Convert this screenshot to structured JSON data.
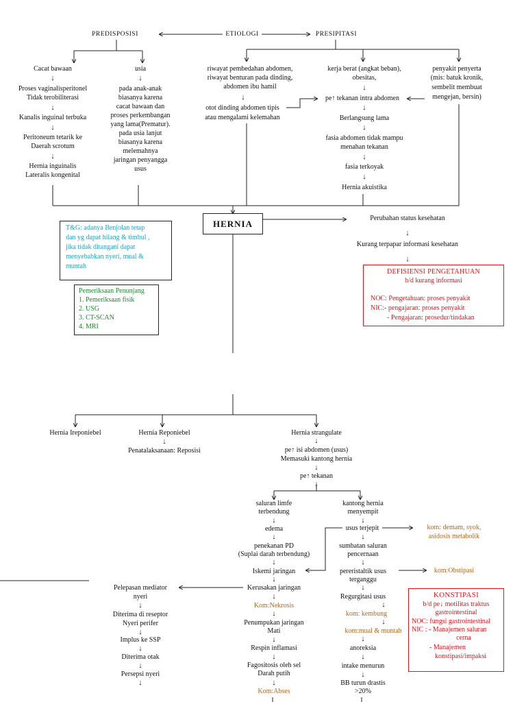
{
  "top": {
    "predisposisi": "PREDISPOSISI",
    "etiologi": "ETIOLOGI",
    "presipitasi": "PRESIPITASI"
  },
  "cacat": {
    "l1": "Cacat bawaan",
    "l2": "Proses vaginalisperitonel",
    "l3": "Tidak terobiliterasi",
    "l4": "Kanalis inguinal terbuka",
    "l5": "Peritoneum tetarik ke",
    "l6": "Daerah scrotum",
    "l7": "Hernia inguinalis",
    "l8": "Lateralis kongenital"
  },
  "usia": {
    "l1": "usia",
    "l2": "pada anak-anak",
    "l3": "biasanya karena",
    "l4": "cacat bawaan dan",
    "l5": "proses perkembangan",
    "l6": "yang lama(Prematur).",
    "l7": "pada usia lanjut",
    "l8": "biasanya karena",
    "l9": "melemahnya",
    "l10": "jaringan penyangga",
    "l11": "usus"
  },
  "riwayat": {
    "l1": "riwayat pembedahan abdomen,",
    "l2": "riwayat benturan pada dinding,",
    "l3": "abdomen ibu hamil",
    "l4": "otot dinding abdomen tipis",
    "l5": "atau mengalami kelemahan"
  },
  "kerja": {
    "l1": "kerja berat (angkat beban),",
    "l2": "obesitas,",
    "l3": "pe↑ tekanan intra abdomen",
    "l4": "Berlangsung lama",
    "l5": "fasia abdomen tidak mampu",
    "l6": "menahan tekanan",
    "l7": "fasia terkoyak",
    "l8": "Hernia akuistika"
  },
  "penyakit": {
    "l1": "penyakit penyerta",
    "l2": "(mis: batuk kronik,",
    "l3": "sembelit membuat",
    "l4": "mengejan, bersin)"
  },
  "hernia_label": "HERNIA",
  "status": {
    "l1": "Perubahan status kesehatan",
    "l2": "Kurang terpapar informasi kesehatan"
  },
  "tg_box": {
    "l1": "T&G: adanya Benjolan tetap",
    "l2": "dan yg dapat hilang & timbul ,",
    "l3": "jika tidak ditangani dapat",
    "l4": "menyebabkan nyeri, mual &",
    "l5": "muntah"
  },
  "pemeriksaan_box": {
    "title": "Pemeriksaan Penunjang",
    "items": [
      "1.  Pemeriksaan fisik",
      "2.  USG",
      "3.  CT-SCAN",
      "4.  MRI"
    ]
  },
  "defisiensi_box": {
    "title": "DEFISIENSI PENGETAHUAN",
    "sub": "b/d kurang informasi",
    "noc": "NOC: Pengetahuan: proses penyakit",
    "nic1": "NIC:- pengajaran: proses penyakit",
    "nic2": "-   Pengajaran: prosedur/tindakan"
  },
  "bottom": {
    "ireponiebel": "Hernia Ireponiebel",
    "reponiebel": "Hernia Reponiebel",
    "penatalaksanaan": "Penatalaksanaan: Reposisi",
    "strangulate": "Hernia strangulate",
    "pe_isi": "pe↑ isi abdomen (usus)",
    "memasuki": "Memasuki kantong hernia",
    "pe_tekanan": "pe↑ tekanan",
    "saluran1": "saluran limfe",
    "saluran2": "terbendung",
    "edema": "edema",
    "penekanan1": "penekanan PD",
    "penekanan2": "(Suplai darah terbendung)",
    "iskemi": "Iskemi jaringan",
    "kerusakan": "Kerusakan jaringan",
    "kom_nekrosis": "Kom:Nekrosis",
    "penumpukan1": "Penumpukan jaringan",
    "penumpukan2": "Mati",
    "respon": "Respin inflamasi",
    "fagositosis1": "Fagositosis oleh sel",
    "fagositosis2": "Darah putih",
    "kom_abses": "Kom:Abses",
    "kantong1": "kantong hernia",
    "kantong2": "menyempit",
    "usus_terjepit": "usus terjepit",
    "kom_demam1": "kom: demam, syok,",
    "kom_demam2": "asidosis metabolik",
    "sumbatan1": "sumbatan saluran",
    "sumbatan2": "pencernaan",
    "peristaltik1": "pereristaltik usus",
    "peristaltik2": "terganggu",
    "kom_obstipasi": "kom:Obstipasi",
    "regurgitasi": "Regurgitasi usus",
    "kom_kembung": "kom: kembung",
    "kom_mual": "kom:mual & muntah",
    "anoreksia": "anoreksia",
    "intake": "intake menurun",
    "bb1": "BB turun drastis",
    "bb2": ">20%",
    "pelepasan1": "Pelepasan mediator",
    "pelepasan2": "nyeri",
    "diterima1": "Diterima di reseptor",
    "diterima2": "Nyeri perifer",
    "impuls": "Implus ke SSP",
    "diterima_otak": "Diterima otak",
    "persepsi": "Persepsi nyeri"
  },
  "konstipasi_box": {
    "title": "KONSTIPASI",
    "l1": "b/d pe↓ motilitas traktus",
    "l2": "gastrointestinal",
    "noc": "NOC: fungsi gastrointestinal",
    "nic1": "NIC : - Manajemen saluran",
    "nic2": "cerna",
    "nic3": "- Manajemen",
    "nic4": "konstipasi/impaksi"
  },
  "colors": {
    "cyan": "#1aa3c4",
    "green": "#1a8a2e",
    "red": "#e0151b",
    "brown": "#b5651d"
  }
}
